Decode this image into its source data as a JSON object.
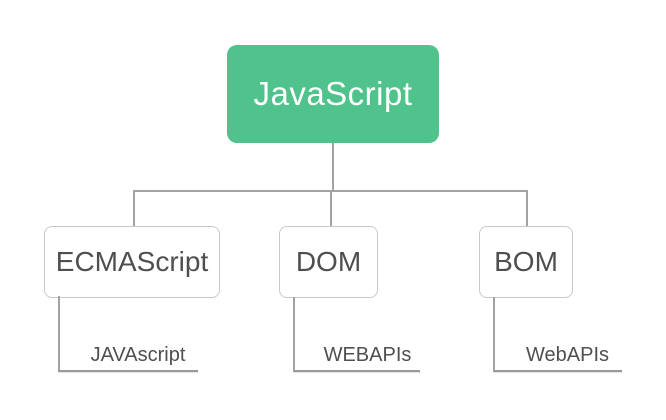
{
  "diagram": {
    "type": "mindmap-tree",
    "root": {
      "label": "JavaScript"
    },
    "children": [
      {
        "label": "ECMAScript",
        "sub": {
          "label": "JAVAscript"
        }
      },
      {
        "label": "DOM",
        "sub": {
          "label": "WEBAPIs"
        }
      },
      {
        "label": "BOM",
        "sub": {
          "label": "WebAPIs"
        }
      }
    ]
  },
  "colors": {
    "root_fill": "#50c38c",
    "root_text": "#ffffff",
    "node_border": "#c8c8c8",
    "node_text": "#4f4f4f",
    "connector": "#a3a3a3",
    "leaf_line": "#9a9a9a"
  }
}
